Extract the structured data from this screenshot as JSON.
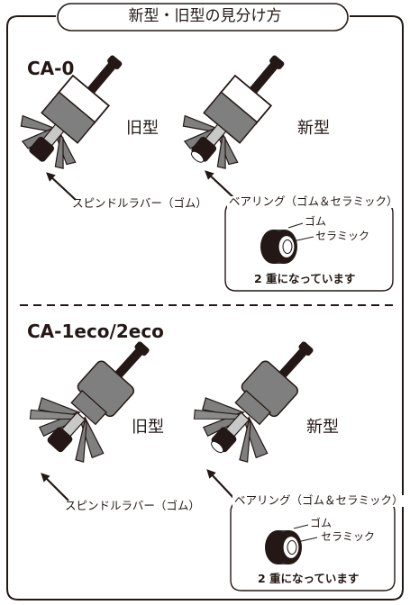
{
  "page_title": "新型・旧型の見分け方",
  "colors": {
    "ink": "#231815",
    "gray": "#7f7f7f",
    "dark_gray": "#3c3c3c",
    "background": "#ffffff"
  },
  "sections": [
    {
      "model": "CA-0",
      "old_label": "旧型",
      "new_label": "新型",
      "old_part": "スピンドルラバー（ゴム）",
      "new_part": "ベアリング（ゴム＆セラミック）",
      "callout": {
        "rubber": "ゴム",
        "ceramic": "セラミック",
        "note": "2 重になっています"
      }
    },
    {
      "model": "CA-1eco/2eco",
      "old_label": "旧型",
      "new_label": "新型",
      "old_part": "スピンドルラバー（ゴム）",
      "new_part": "ベアリング（ゴム＆セラミック）",
      "callout": {
        "rubber": "ゴム",
        "ceramic": "セラミック",
        "note": "2 重になっています"
      }
    }
  ]
}
